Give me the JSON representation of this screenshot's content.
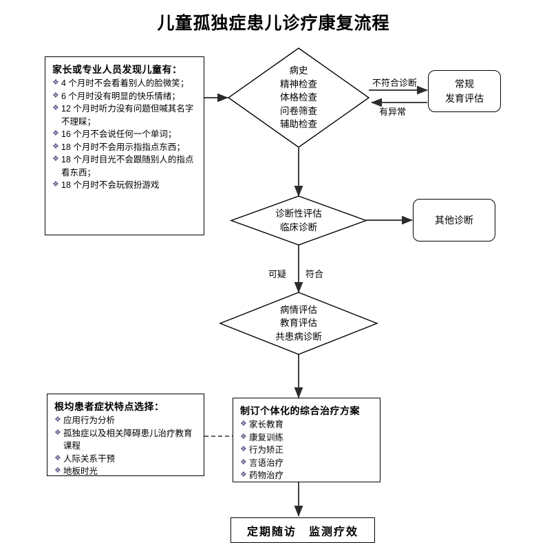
{
  "title": "儿童孤独症患儿诊疗康复流程",
  "nodes": {
    "signs_box": {
      "heading": "家长或专业人员发现儿童有：",
      "items": [
        "4 个月时不会看着别人的脸微笑；",
        "6 个月时没有明显的快乐情绪；",
        "12 个月时听力没有问题但喊其名字不理睬；",
        "16 个月不会说任何一个单词；",
        "18 个月时不会用示指指点东西；",
        "18 个月时目光不会跟随别人的指点看东西；",
        "18 个月时不会玩假扮游戏"
      ]
    },
    "exam_diamond": {
      "lines": [
        "病史",
        "精神检查",
        "体格检查",
        "问卷筛查",
        "辅助检查"
      ]
    },
    "routine_eval_box": {
      "lines": [
        "常规",
        "发育评估"
      ]
    },
    "diagnosis_diamond": {
      "lines": [
        "诊断性评估",
        "临床诊断"
      ]
    },
    "other_diagnosis_box": {
      "lines": [
        "其他诊断"
      ]
    },
    "severity_diamond": {
      "lines": [
        "病情评估",
        "教育评估",
        "共患病诊断"
      ]
    },
    "selection_box": {
      "heading": "根均患者症状特点选择：",
      "items": [
        "应用行为分析",
        "孤独症以及相关障碍患儿治疗教育课程",
        "人际关系干预",
        "地板时光"
      ]
    },
    "treatment_box": {
      "heading": "制订个体化的综合治疗方案",
      "items": [
        "家长教育",
        "康复训练",
        "行为矫正",
        "言语治疗",
        "药物治疗"
      ]
    },
    "followup_box": {
      "label": "定期随访　监测疗效"
    }
  },
  "edge_labels": {
    "not_matching": "不符合诊断",
    "abnormal": "有异常",
    "suspected": "可疑",
    "matching": "符合"
  },
  "symbols": {
    "bullet": "❖"
  },
  "colors": {
    "stroke": "#000000",
    "connector": "#404040",
    "background": "#ffffff",
    "bullet": "#5a5a8a"
  }
}
